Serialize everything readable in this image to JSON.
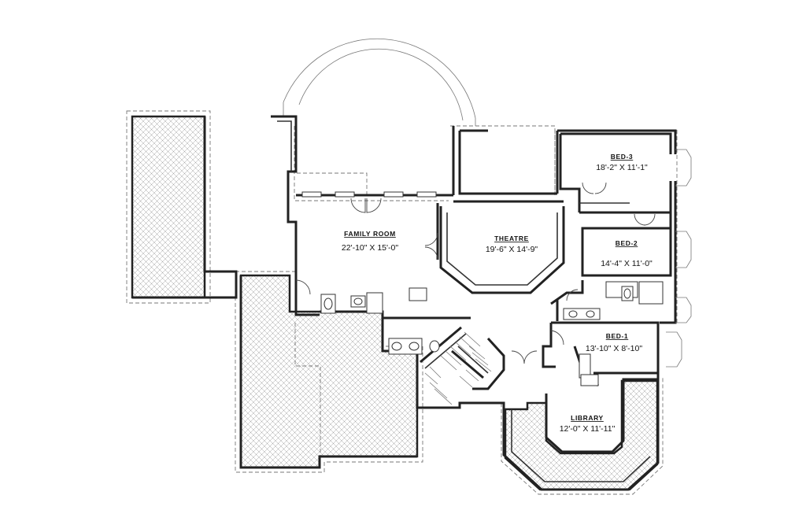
{
  "rooms": [
    {
      "id": "family",
      "name": "FAMILY ROOM",
      "dims": "22'-10\" X 15'-0\""
    },
    {
      "id": "theatre",
      "name": "THEATRE",
      "dims": "19'-6\" X 14'-9\""
    },
    {
      "id": "bed3",
      "name": "BED-3",
      "dims": "18'-2\" X 11'-1\""
    },
    {
      "id": "bed2",
      "name": "BED-2",
      "dims": "14'-4\" X 11'-0\""
    },
    {
      "id": "bed1",
      "name": "BED-1",
      "dims": "13'-10\" X 8'-10\""
    },
    {
      "id": "library",
      "name": "LIBRARY",
      "dims": "12'-0\" X 11'-11\""
    }
  ],
  "colors": {
    "wall": "#222222",
    "hatch": "#9a9a9a",
    "background": "#ffffff"
  }
}
